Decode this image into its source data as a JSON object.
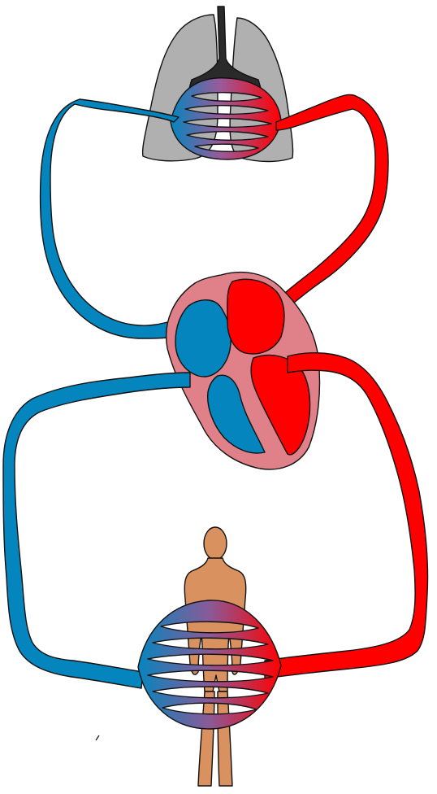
{
  "diagram": {
    "kind": "circulatory-system",
    "labels": [],
    "colors": {
      "deoxygenated_blood": "#0585BE",
      "oxygenated_blood": "#FF0000",
      "lung_tissue": "#B0B0B0",
      "trachea": "#2A2A2A",
      "heart_wall": "#E08088",
      "skin": "#D9915F",
      "outline": "#111111"
    },
    "parts": [
      "lungs",
      "pulmonary-capillaries",
      "heart",
      "systemic-capillaries",
      "human-body"
    ]
  }
}
